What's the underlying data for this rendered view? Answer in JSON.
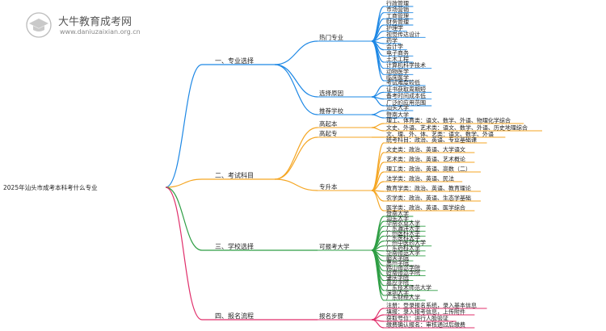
{
  "watermark": {
    "title": "大牛教育成考网",
    "url": "www.daniuzaixian.org.cn"
  },
  "mindmap": {
    "root": "2025年汕头市成考本科考什么专业",
    "branches": [
      {
        "label": "一、专业选择",
        "color": "#1e88e5",
        "groups": [
          {
            "label": "热门专业",
            "items": [
              "行政管理",
              "市场营销",
              "工商管理",
              "财务管理",
              "护理学",
              "视觉传达设计",
              "药学",
              "会计学",
              "电子商务",
              "土木工程",
              "计算机科学技术",
              "动物医学",
              "临床医学"
            ]
          },
          {
            "label": "选择原因",
            "items": [
              "考试难度较低",
              "证书获取周期短",
              "备考时间成本低",
              "广泛的应用范围"
            ]
          },
          {
            "label": "推荐学校",
            "items": [
              "汕头大学",
              "暨南大学"
            ]
          }
        ]
      },
      {
        "label": "二、考试科目",
        "color": "#f5a623",
        "groups": [
          {
            "label": "高起本",
            "items": [
              "理工、体育类：语文、数学、外语、物理化学综合",
              "文史、外语、艺术类：语文、数学、外语、历史地理综合"
            ]
          },
          {
            "label": "高起专",
            "items": [
              "文、理、外、体、艺类：语文、数学、外语"
            ]
          },
          {
            "label": "专升本",
            "items": [
              "统考科目：政治、英语、专业基础课",
              "文史类：政治、英语、大学语文",
              "艺术类：政治、英语、艺术概论",
              "理工类：政治、英语、高数（二）",
              "法学类：政治、英语、民法",
              "教育学类：政治、英语、教育理论",
              "农学类：政治、英语、生态学基础",
              "医学类：政治、英语、医学综合"
            ]
          }
        ]
      },
      {
        "label": "三、学校选择",
        "color": "#2e9e44",
        "groups": [
          {
            "label": "可报考大学",
            "items": [
              "暨南大学",
              "汕头大学",
              "华南农业大学",
              "广东海洋大学",
              "广州医科大学",
              "广东医科大学",
              "广州中医药大学",
              "广东药科大学",
              "华南师范大学",
              "韶关学院",
              "惠州学院",
              "韩山师范学院",
              "岭南师范学院",
              "肇庆学院",
              "嘉应学院",
              "广东技术师范大学",
              "深圳大学",
              "广东财经大学"
            ]
          }
        ]
      },
      {
        "label": "四、报名流程",
        "color": "#e02f6b",
        "groups": [
          {
            "label": "报名步骤",
            "items": [
              "注册：登录报名系统，录入基本信息",
              "填报：录入报考信息，上传附件",
              "获取号位：进行人脸验证",
              "缴费确认报名：审核通过后缴费"
            ]
          }
        ]
      }
    ]
  }
}
